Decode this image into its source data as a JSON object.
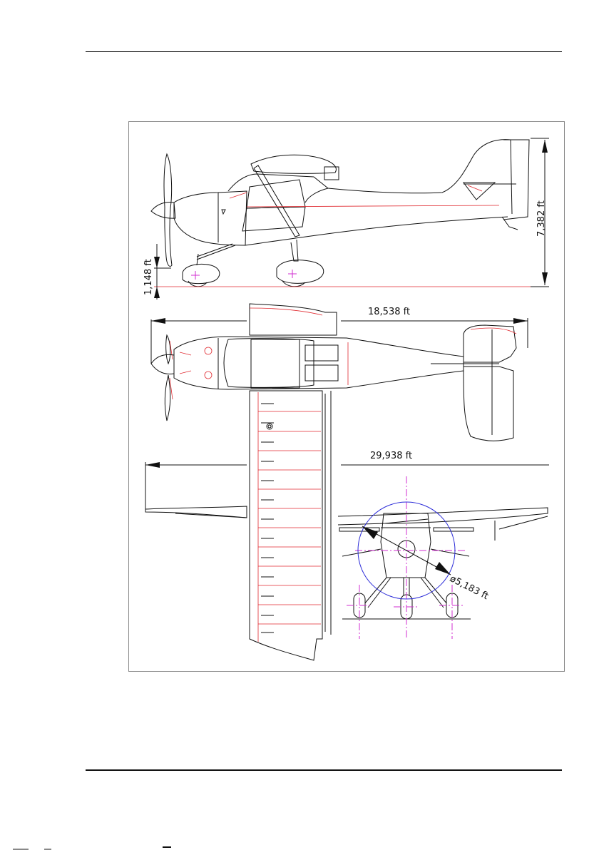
{
  "drawing": {
    "dimensions": {
      "height_overall": "7,382  ft",
      "ground_clearance": "1,148  ft",
      "length_overall": "18,538  ft",
      "wingspan": "29,938  ft",
      "propeller_diameter": "ø5,183  ft"
    },
    "views": [
      "side-view",
      "top-view",
      "front-view"
    ],
    "colors": {
      "outline": "#111111",
      "reference_lines": "#e0292f",
      "centerlines": "#d12cd1",
      "propeller_disc": "#2b2bd8"
    }
  }
}
